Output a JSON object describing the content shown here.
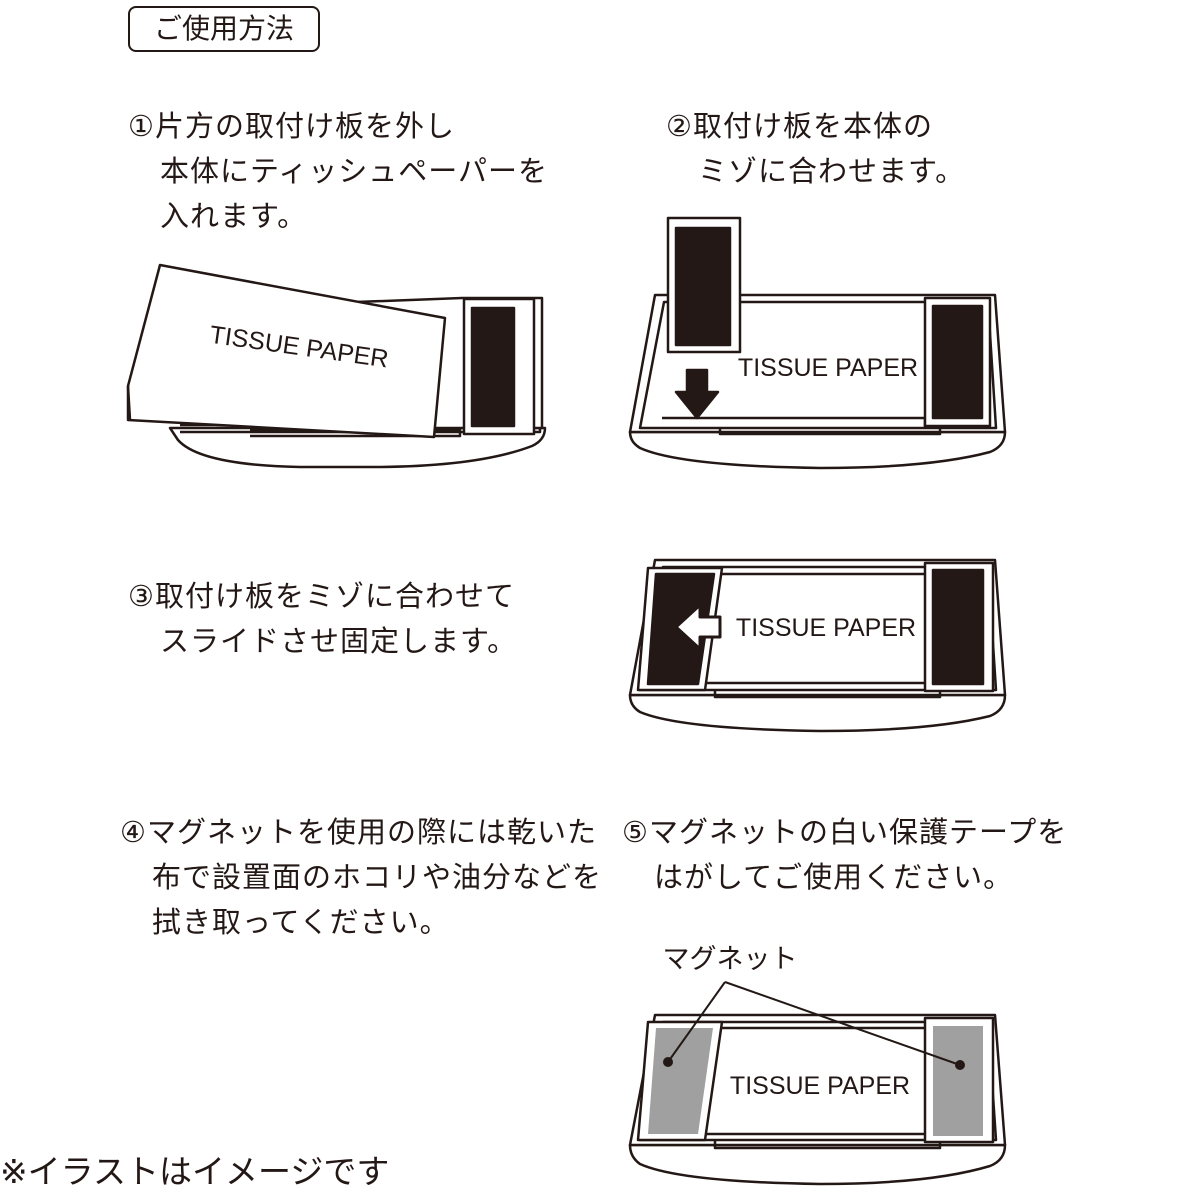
{
  "header": "ご使用方法",
  "steps": [
    {
      "lines": [
        "①片方の取付け板を外し",
        "本体にティッシュペーパーを",
        "入れます。"
      ]
    },
    {
      "lines": [
        "②取付け板を本体の",
        "ミゾに合わせます。"
      ]
    },
    {
      "lines": [
        "③取付け板をミゾに合わせて",
        "スライドさせ固定します。"
      ]
    },
    {
      "lines": [
        "④マグネットを使用の際には乾いた",
        "布で設置面のホコリや油分などを",
        "拭き取ってください。"
      ]
    },
    {
      "lines": [
        "⑤マグネットの白い保護テープを",
        "はがしてご使用ください。"
      ]
    }
  ],
  "illustrations": {
    "paper_label": "TISSUE PAPER",
    "magnet_label": "マグネット"
  },
  "footnote": "※イラストはイメージです",
  "colors": {
    "ink": "#231815",
    "magnet": "#a0a0a0"
  }
}
